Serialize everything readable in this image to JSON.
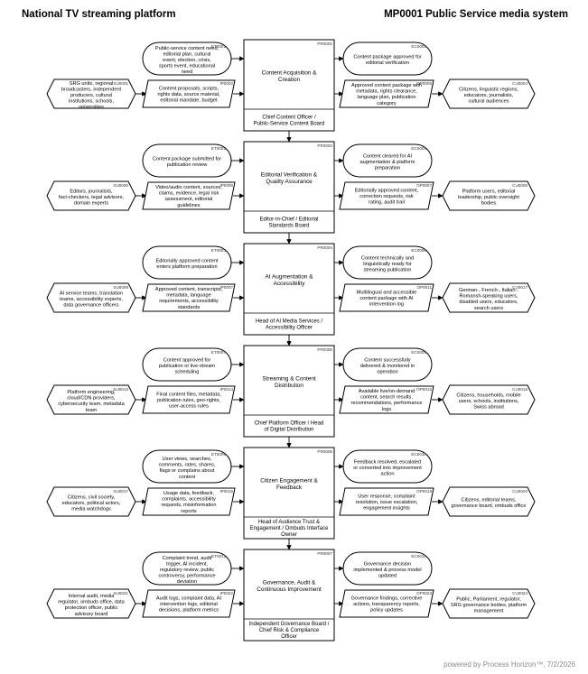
{
  "header": {
    "left_title": "National TV streaming platform",
    "right_title": "MP0001 Public Service media system"
  },
  "footer": "powered by Process Horizon™, 7/2/2026",
  "stages": [
    {
      "process": {
        "id": "PR0002",
        "title": "Content Acquisition & Creation",
        "owner": "Chief Content Officer / Public-Service Content Board"
      },
      "event_in": {
        "id": "ET0001",
        "text": "Public-service content need, editorial plan, cultural event, election, crisis, sports event, educational need"
      },
      "input": {
        "id": "IP0002",
        "text": "Content proposals, scripts, rights data, source material, editorial mandate, budget"
      },
      "supplier": {
        "id": "SU0001",
        "text": "SRG units, regional broadcasters, independent producers, cultural institutions, schools, universities"
      },
      "event_out": {
        "id": "EC0002",
        "text": "Content package approved for editorial verification"
      },
      "output": {
        "id": "OP0005",
        "text": "Approved content package with metadata, rights clearance, language plan, publication category"
      },
      "customer": {
        "id": "CU0004",
        "text": "Citizens, linguistic regions, educators, journalists, cultural audiences"
      }
    },
    {
      "process": {
        "id": "PR0003",
        "title": "Editorial Verification & Quality Assurance",
        "owner": "Editor-in-Chief / Editorial Standards Board"
      },
      "event_in": {
        "id": "ET0002",
        "text": "Content package submitted for publication review"
      },
      "input": {
        "id": "IP0006",
        "text": "Video/audio content, sources, claims, evidence, legal risk assessment, editorial guidelines"
      },
      "supplier": {
        "id": "SU0006",
        "text": "Editors, journalists, fact-checkers, legal advisors, domain experts"
      },
      "event_out": {
        "id": "EC0004",
        "text": "Content cleared for AI augmentation & platform preparation"
      },
      "output": {
        "id": "OP0007",
        "text": "Editorially approved content, correction requests, risk rating, audit trail"
      },
      "customer": {
        "id": "CU0008",
        "text": "Platform users, editorial leadership, public oversight bodies"
      }
    },
    {
      "process": {
        "id": "PR0004",
        "title": "AI Augmentation & Accessibility",
        "owner": "Head of AI Media Services / Accessibility Officer"
      },
      "event_in": {
        "id": "ET0003",
        "text": "Editorially approved content enters platform preparation"
      },
      "input": {
        "id": "IP0007",
        "text": "Approved content, transcripts, metadata, language requirements, accessibility standards"
      },
      "supplier": {
        "id": "SU0009",
        "text": "AI service teams, translation teams, accessibility experts, data governance officers"
      },
      "event_out": {
        "id": "EC0006",
        "text": "Content technically and linguistically ready for streaming publication"
      },
      "output": {
        "id": "OP0011",
        "text": "Multilingual and accessible content package with AI intervention log"
      },
      "customer": {
        "id": "CU0017",
        "text": "German-, French-, Italian-, Romansh-speaking users, disabled users, educators, search users"
      }
    },
    {
      "process": {
        "id": "PR0005",
        "title": "Streaming & Content Distribution",
        "owner": "Chief Platform Officer / Head of Digital Distribution"
      },
      "event_in": {
        "id": "ET0007",
        "text": "Content approved for publication or live-stream scheduling"
      },
      "input": {
        "id": "IP0014",
        "text": "Final content files, metadata, publication rules, geo-rights, user-access rules"
      },
      "supplier": {
        "id": "SU0013",
        "text": "Platform engineering, cloud/CDN providers, cybersecurity team, metadata team"
      },
      "event_out": {
        "id": "EC0008",
        "text": "Content successfully delivered & monitored in operation"
      },
      "output": {
        "id": "OP0015",
        "text": "Available live/on-demand content, search results, recommendations, performance logs"
      },
      "customer": {
        "id": "CU0018",
        "text": "Citizens, households, mobile users, schools, institutions, Swiss abroad"
      }
    },
    {
      "process": {
        "id": "PR0006",
        "title": "Citizen Engagement & Feedback",
        "owner": "Head of Audience Trust & Engagement / Ombuds Interface Owner"
      },
      "event_in": {
        "id": "ET0009",
        "text": "User views, searches, comments, rates, shares, flags or complains about content"
      },
      "input": {
        "id": "IP0015",
        "text": "Usage data, feedback, complaints, accessibility requests, misinformation reports"
      },
      "supplier": {
        "id": "SU0017",
        "text": "Citizens, civil society, educators, political actors, media watchdogs"
      },
      "event_out": {
        "id": "EC0010",
        "text": "Feedback resolved, escalated or converted into improvement action"
      },
      "output": {
        "id": "OP0019",
        "text": "User response, complaint resolution, issue escalation, engagement insights"
      },
      "customer": {
        "id": "CU0020",
        "text": "Citizens, editorial teams, governance board, ombuds office"
      }
    },
    {
      "process": {
        "id": "PR0007",
        "title": "Governance, Audit & Continuous Improvement",
        "owner": "Independent Governance Board / Chief Risk & Compliance Officer"
      },
      "event_in": {
        "id": "ET0011",
        "text": "Complaint trend, audit trigger, AI incident, regulatory review, public controversy, performance deviation"
      },
      "input": {
        "id": "IP0022",
        "text": "Audit logs, complaint data, AI intervention logs, editorial decisions, platform metrics"
      },
      "supplier": {
        "id": "SU0021",
        "text": "Internal audit, media regulator, ombuds office, data protection officer, public advisory board"
      },
      "event_out": {
        "id": "EC0012",
        "text": "Governance decision implemented & process model updated"
      },
      "output": {
        "id": "OP0023",
        "text": "Governance findings, corrective actions, transparency reports, policy updates"
      },
      "customer": {
        "id": "CU0024",
        "text": "Public, Parliament, regulator, SRG governance bodies, platform management"
      }
    }
  ]
}
